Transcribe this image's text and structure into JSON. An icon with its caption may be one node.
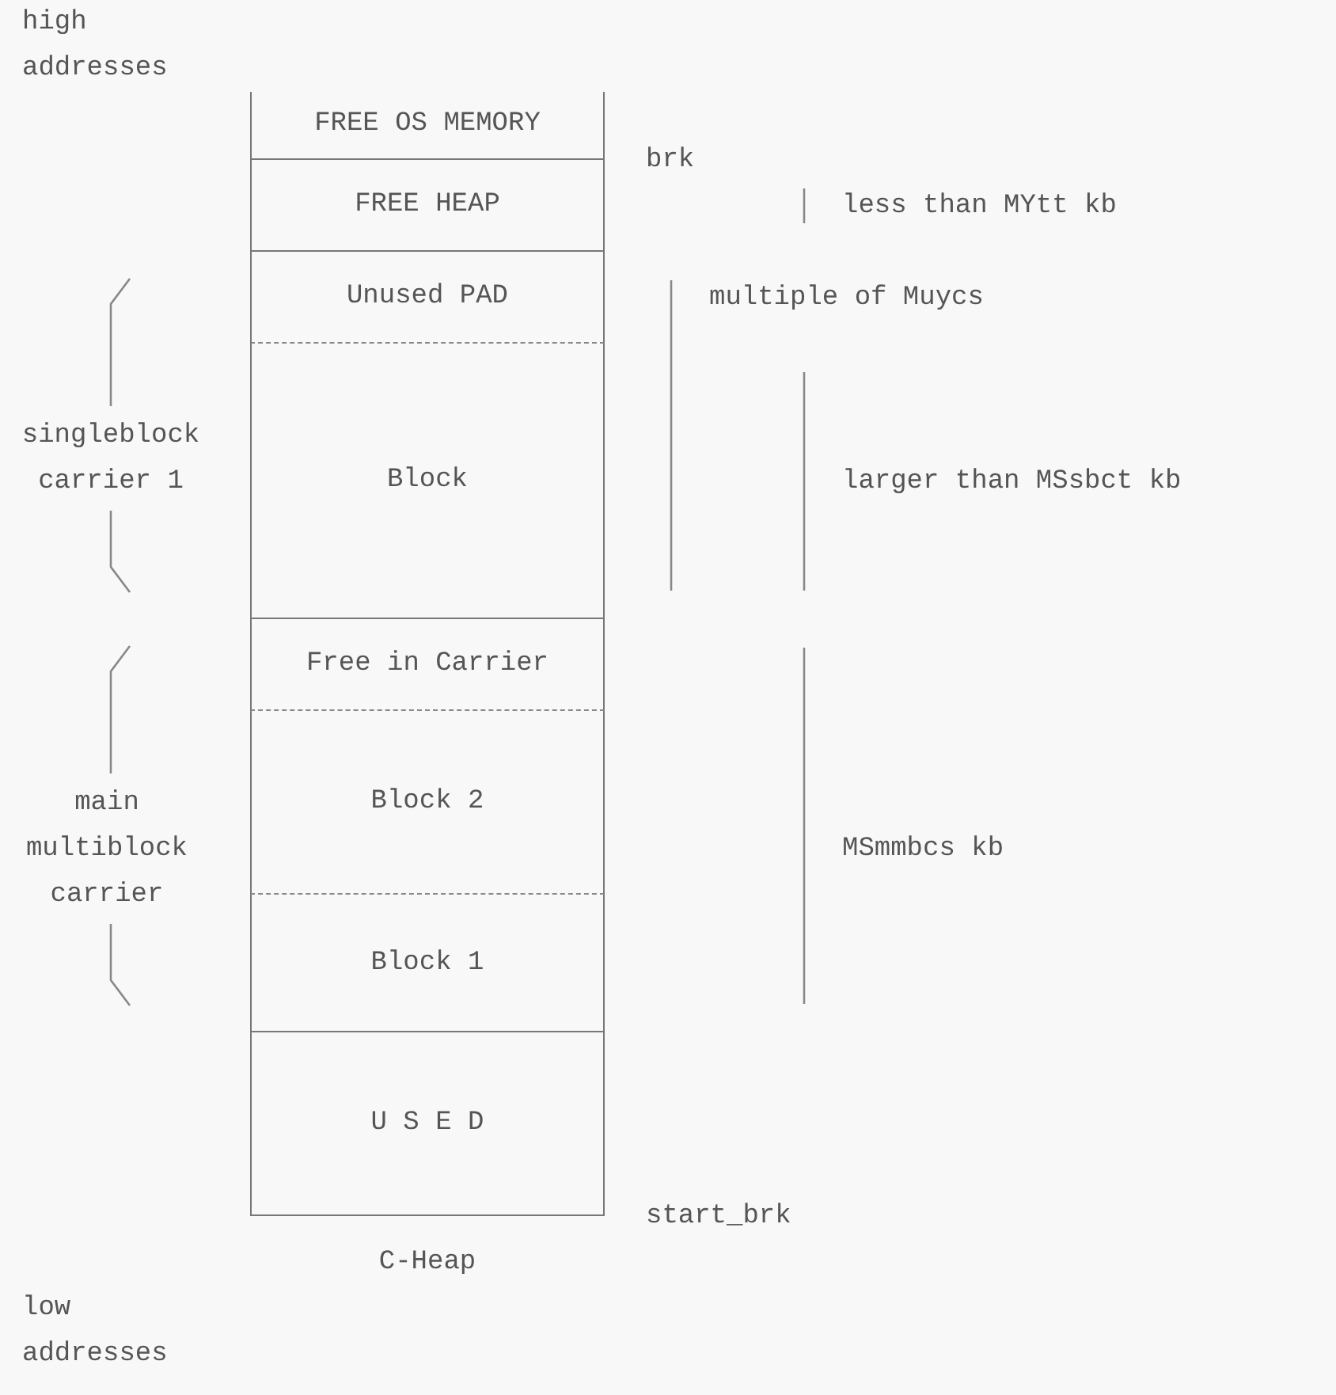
{
  "diagram": {
    "nodes": [
      {
        "text": [
          "FREE OS MEMORY"
        ]
      },
      {
        "text": [
          "FREE HEAP"
        ]
      },
      {
        "text": [
          "Unused PAD"
        ]
      },
      {
        "text": [
          "Block"
        ]
      },
      {
        "text": [
          "Free in Carrier"
        ]
      },
      {
        "text": [
          "Block 2"
        ]
      },
      {
        "text": [
          "Block 1"
        ]
      },
      {
        "text": [
          "U S E D"
        ]
      }
    ],
    "labels": [
      "high addresses",
      "brk",
      "less than MYtt kb",
      "multiple of Muycs",
      "singleblock carrier 1",
      "larger than MSsbct kb",
      "main multiblock carrier",
      "MSmmbcs kb",
      "start_brk",
      "C-Heap",
      "low addresses"
    ]
  }
}
